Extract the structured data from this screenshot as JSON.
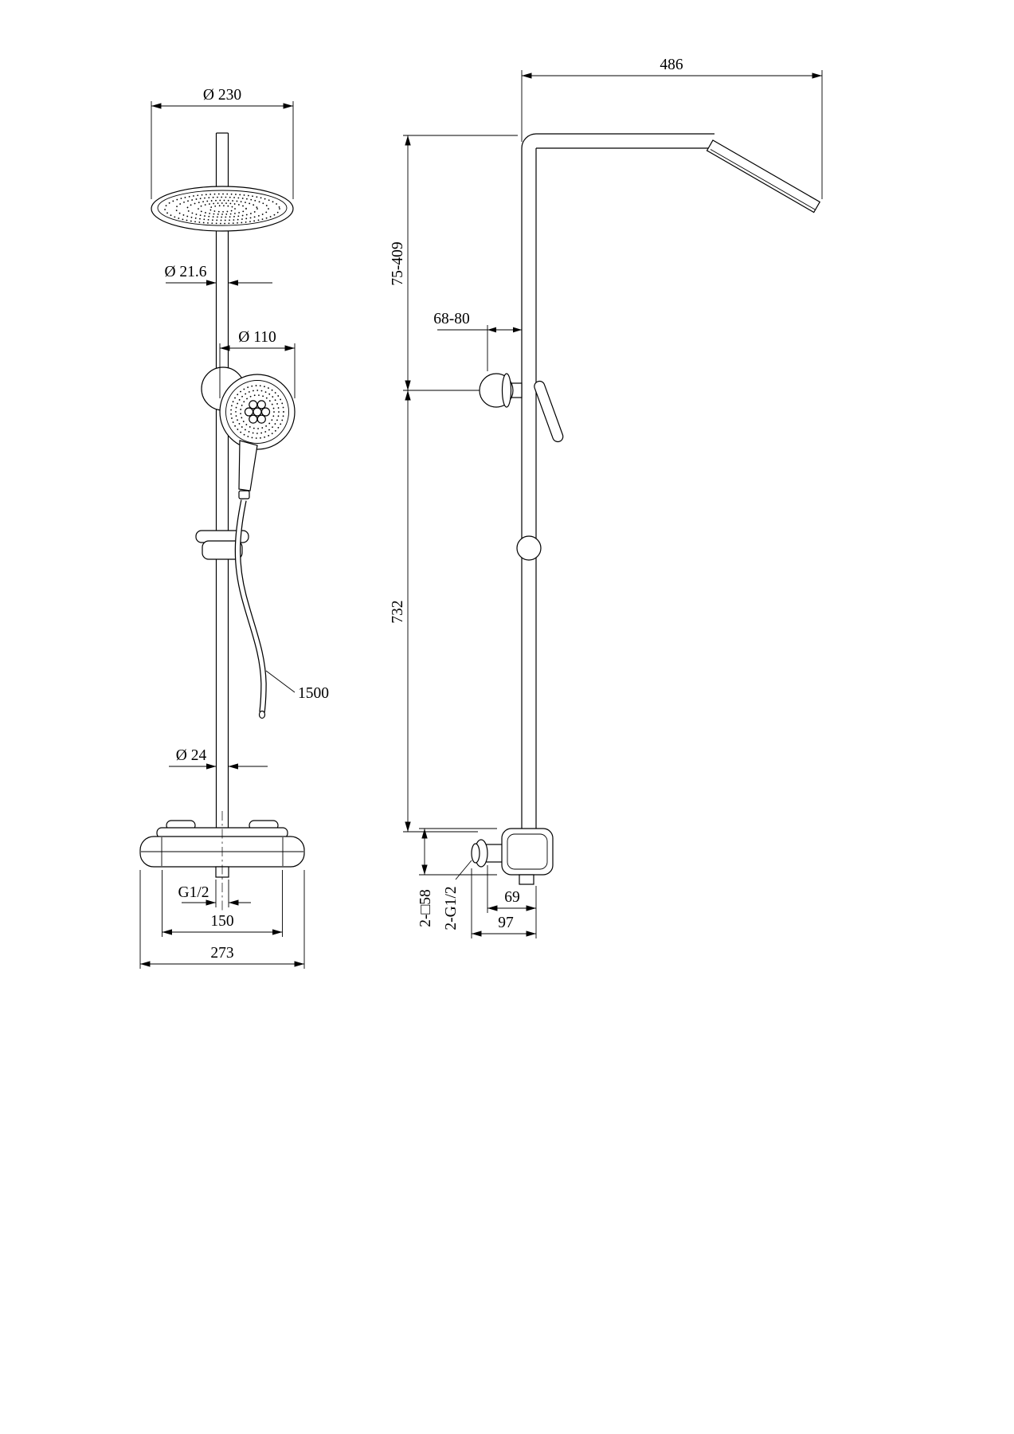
{
  "colors": {
    "background": "#ffffff",
    "line": "#000000"
  },
  "front_view": {
    "head_diameter": "Ø 230",
    "riser_diameter": "Ø 21.6",
    "handshower_diameter": "Ø 110",
    "hose_length": "1500",
    "lower_riser_diameter": "Ø 24",
    "outlet_thread": "G1/2",
    "valve_center_width": "150",
    "valve_overall_width": "273"
  },
  "side_view": {
    "arm_reach": "486",
    "head_height_range": "75-409",
    "bracket_offset_range": "68-80",
    "riser_height": "732",
    "escutcheon_size": "2-□58",
    "inlet_thread": "2-G1/2",
    "valve_depth": "69",
    "overall_depth": "97"
  }
}
